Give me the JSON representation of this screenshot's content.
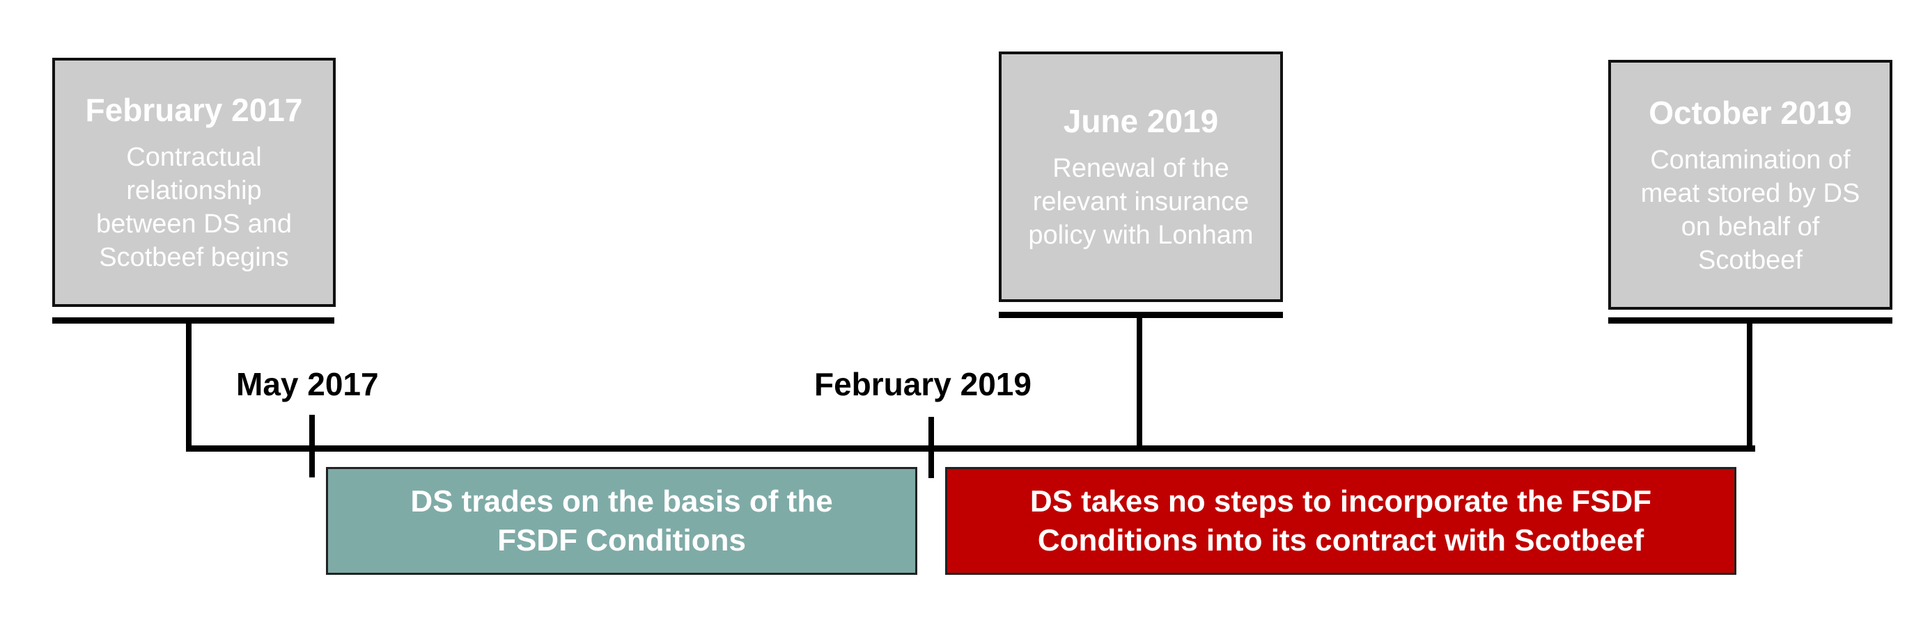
{
  "events": [
    {
      "title": "February 2017",
      "description": "Contractual relationship between DS and Scotbeef begins"
    },
    {
      "title": "June 2019",
      "description": "Renewal of the relevant insurance policy with Lonham"
    },
    {
      "title": "October 2019",
      "description": "Contamination of meat stored by DS on behalf of Scotbeef"
    }
  ],
  "markers": [
    {
      "label": "May 2017"
    },
    {
      "label": "February 2019"
    }
  ],
  "periods": [
    {
      "text": "DS trades on the basis of the FSDF Conditions",
      "color": "#7faba7"
    },
    {
      "text": "DS takes no steps to incorporate the FSDF Conditions into its contract with Scotbeef",
      "color": "#c00000"
    }
  ]
}
